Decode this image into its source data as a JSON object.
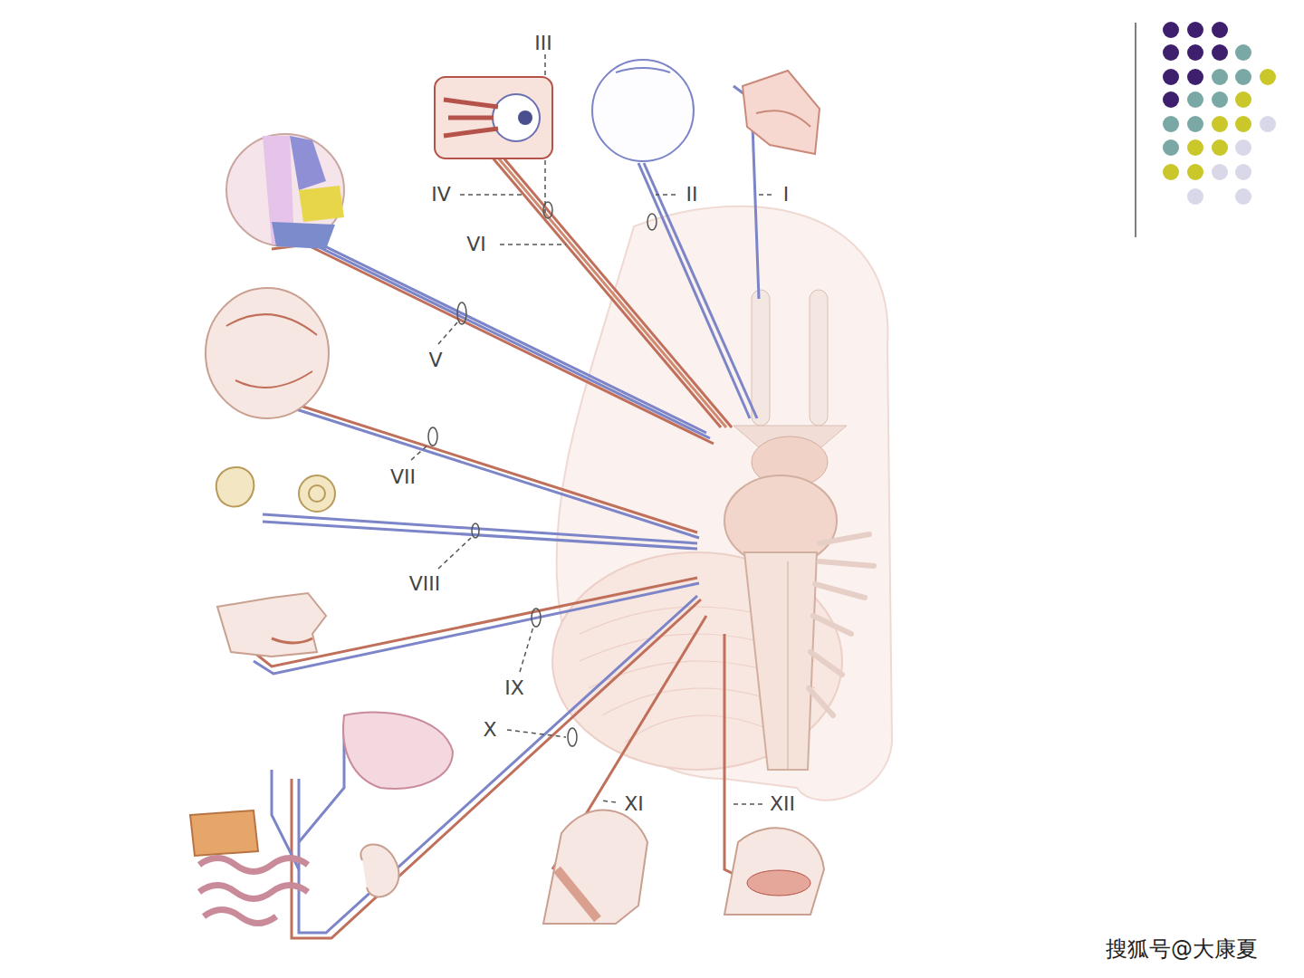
{
  "diagram": {
    "labels": [
      "III",
      "IV",
      "II",
      "I",
      "VI",
      "V",
      "VII",
      "VIII",
      "IX",
      "X",
      "XI",
      "XII",
      "搜狐号@大康夏"
    ]
  }
}
